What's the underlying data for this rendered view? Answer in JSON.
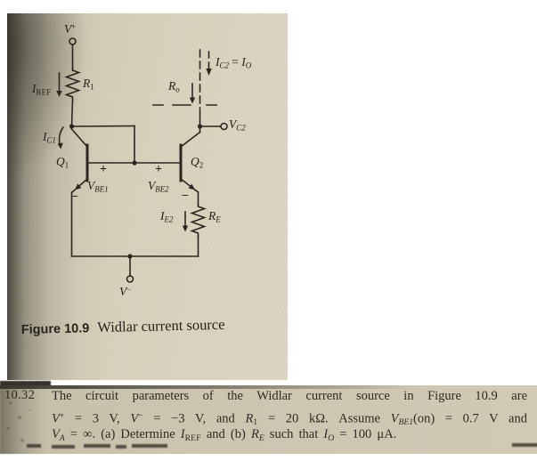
{
  "colors": {
    "ink": "#2b2720",
    "paper_figure": "#d8d2bd",
    "paper_strip": "#cbc5b0"
  },
  "figure": {
    "caption": {
      "number": "Figure 10.9",
      "title": "Widlar current source"
    },
    "labels": {
      "v_plus": [
        {
          "t": "V",
          "s": "i"
        },
        {
          "t": "+",
          "s": "sup"
        }
      ],
      "i_ref": [
        {
          "t": "I",
          "s": "i"
        },
        {
          "t": "REF",
          "s": "sub"
        }
      ],
      "r1": [
        {
          "t": "R",
          "s": "i"
        },
        {
          "t": "1",
          "s": "sub"
        }
      ],
      "i_c1": [
        {
          "t": "I",
          "s": "i"
        },
        {
          "t": "C1",
          "s": "subi"
        }
      ],
      "q1": [
        {
          "t": "Q",
          "s": "i"
        },
        {
          "t": "1",
          "s": "sub"
        }
      ],
      "q2": [
        {
          "t": "Q",
          "s": "i"
        },
        {
          "t": "2",
          "s": "sub"
        }
      ],
      "plus1": "+",
      "minus1": "−",
      "plus2": "+",
      "minus2": "−",
      "v_be1": [
        {
          "t": "V",
          "s": "i"
        },
        {
          "t": "BE1",
          "s": "subi"
        }
      ],
      "v_be2": [
        {
          "t": "V",
          "s": "i"
        },
        {
          "t": "BE2",
          "s": "subi"
        }
      ],
      "i_c2_io": [
        {
          "t": "I",
          "s": "i"
        },
        {
          "t": "C2",
          "s": "subi"
        },
        {
          "t": " = ",
          "s": ""
        },
        {
          "t": "I",
          "s": "i"
        },
        {
          "t": "O",
          "s": "subi"
        }
      ],
      "r_o": [
        {
          "t": "R",
          "s": "i"
        },
        {
          "t": "o",
          "s": "subi"
        }
      ],
      "v_c2": [
        {
          "t": "V",
          "s": "i"
        },
        {
          "t": "C2",
          "s": "subi"
        }
      ],
      "i_e2": [
        {
          "t": "I",
          "s": "i"
        },
        {
          "t": "E2",
          "s": "subi"
        }
      ],
      "r_e": [
        {
          "t": "R",
          "s": "i"
        },
        {
          "t": "E",
          "s": "subi"
        }
      ],
      "v_minus": [
        {
          "t": "V",
          "s": "i"
        },
        {
          "t": "−",
          "s": "sup"
        }
      ]
    }
  },
  "problem": {
    "number": "10.32",
    "lines": [
      [
        {
          "t": "The circuit parameters of the Widlar current source in Figure 10.9 are",
          "s": ""
        }
      ],
      [
        {
          "t": "V",
          "s": "i"
        },
        {
          "t": "+",
          "s": "sup"
        },
        {
          "t": " = 3 V, ",
          "s": ""
        },
        {
          "t": "V",
          "s": "i"
        },
        {
          "t": "−",
          "s": "sup"
        },
        {
          "t": " = −3 V, and ",
          "s": ""
        },
        {
          "t": "R",
          "s": "i"
        },
        {
          "t": "1",
          "s": "sub"
        },
        {
          "t": " = 20 kΩ. Assume ",
          "s": ""
        },
        {
          "t": "V",
          "s": "i"
        },
        {
          "t": "BE1",
          "s": "subi"
        },
        {
          "t": "(on) = 0.7 V and",
          "s": ""
        }
      ],
      [
        {
          "t": "V",
          "s": "i"
        },
        {
          "t": "A",
          "s": "subi"
        },
        {
          "t": " = ∞. (a) Determine ",
          "s": ""
        },
        {
          "t": "I",
          "s": "i"
        },
        {
          "t": "REF",
          "s": "sub"
        },
        {
          "t": " and (b) ",
          "s": ""
        },
        {
          "t": "R",
          "s": "i"
        },
        {
          "t": "E",
          "s": "subi"
        },
        {
          "t": " such that ",
          "s": ""
        },
        {
          "t": "I",
          "s": "i"
        },
        {
          "t": "O",
          "s": "subi"
        },
        {
          "t": " = 100 μA.",
          "s": ""
        }
      ]
    ]
  }
}
